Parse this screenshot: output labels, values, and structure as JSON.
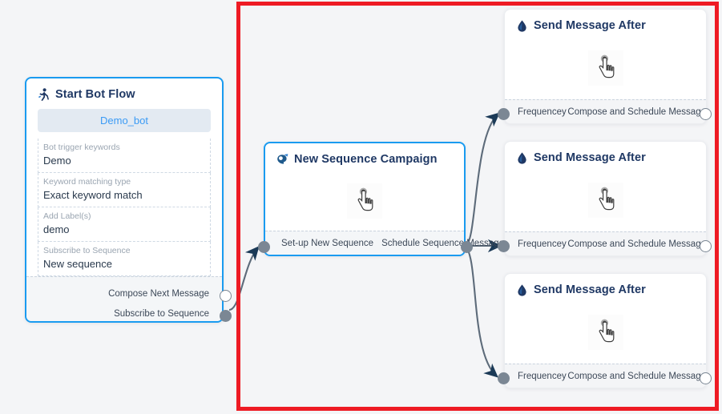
{
  "canvas": {
    "background": "#f4f5f7",
    "highlight_color": "#ee1b24",
    "accent_color": "#1a9bf0",
    "port_color": "#7b8794",
    "connector_color": "#5d6b7a"
  },
  "nodes": {
    "start_bot_flow": {
      "title": "Start Bot Flow",
      "icon": "running-person-icon",
      "bot_pill": "Demo_bot",
      "fields": [
        {
          "label": "Bot trigger keywords",
          "value": "Demo"
        },
        {
          "label": "Keyword matching type",
          "value": "Exact keyword match"
        },
        {
          "label": "Add Label(s)",
          "value": "demo"
        },
        {
          "label": "Subscribe to Sequence",
          "value": "New sequence"
        }
      ],
      "ports": [
        {
          "label": "Compose Next Message",
          "style": "hollow"
        },
        {
          "label": "Subscribe to Sequence",
          "style": "filled"
        }
      ]
    },
    "new_sequence_campaign": {
      "title": "New Sequence Campaign",
      "icon": "megaphone-icon",
      "body_icon": "pointing-hand-cursor-icon",
      "ports_inline": [
        {
          "label": "Set-up New Sequence"
        },
        {
          "label": "Schedule Sequence Message"
        }
      ],
      "port_in_style": "filled",
      "port_out_style": "filled"
    },
    "send_message_after": [
      {
        "title": "Send Message After",
        "icon": "water-drop-icon",
        "body_icon": "pointing-hand-cursor-icon",
        "port_in_label": "Frequencey",
        "port_out_label": "Compose and Schedule Message",
        "port_in_style": "filled",
        "port_out_style": "hollow"
      },
      {
        "title": "Send Message After",
        "icon": "water-drop-icon",
        "body_icon": "pointing-hand-cursor-icon",
        "port_in_label": "Frequencey",
        "port_out_label": "Compose and Schedule Message",
        "port_in_style": "filled",
        "port_out_style": "hollow"
      },
      {
        "title": "Send Message After",
        "icon": "water-drop-icon",
        "body_icon": "pointing-hand-cursor-icon",
        "port_in_label": "Frequencey",
        "port_out_label": "Compose and Schedule Message",
        "port_in_style": "filled",
        "port_out_style": "hollow"
      }
    ]
  }
}
